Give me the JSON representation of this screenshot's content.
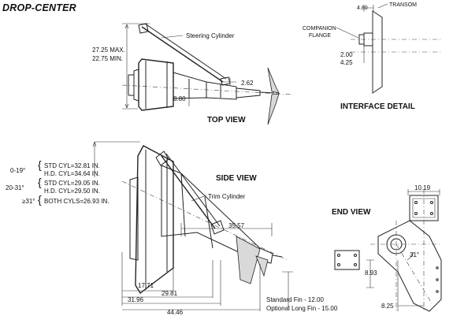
{
  "title": "DROP-CENTER",
  "top_view": {
    "label": "TOP VIEW",
    "dim_max": "27.25 MAX.",
    "dim_min": "22.75 MIN.",
    "steering_callout": "Steering Cylinder",
    "dim_262": "2.62",
    "dim_880": "8.80"
  },
  "interface_detail": {
    "label": "INTERFACE DETAIL",
    "dim_480": "4.80",
    "transom": "TRANSOM",
    "companion_1": "COMPANION",
    "companion_2": "FLANGE",
    "dim_200": "2.00",
    "dim_425": "4.25"
  },
  "side_view": {
    "label": "SIDE VIEW",
    "range_1": "0-19°",
    "range_1_std": "STD CYL=32.81 IN.",
    "range_1_hd": "H.D. CYL=34.64 IN.",
    "range_2": "20-31°",
    "range_2_std": "STD CYL=29.05 IN.",
    "range_2_hd": "H.D. CYL=29.50 IN.",
    "range_3": "≥31°",
    "range_3_both": "BOTH CYLS=26.93 IN.",
    "trim_callout": "Trim Cylinder",
    "dim_3557": "35.57",
    "dim_1771": "17.71",
    "dim_2981": "29.81",
    "dim_3196": "31.96",
    "dim_4446": "44.46",
    "fin_standard": "Standard Fin - 12.00",
    "fin_optional": "Optional Long Fin - 15.00"
  },
  "end_view": {
    "label": "END VIEW",
    "dim_1019": "10.19",
    "angle": "31°",
    "dim_893": "8.93",
    "dim_825": "8.25"
  }
}
